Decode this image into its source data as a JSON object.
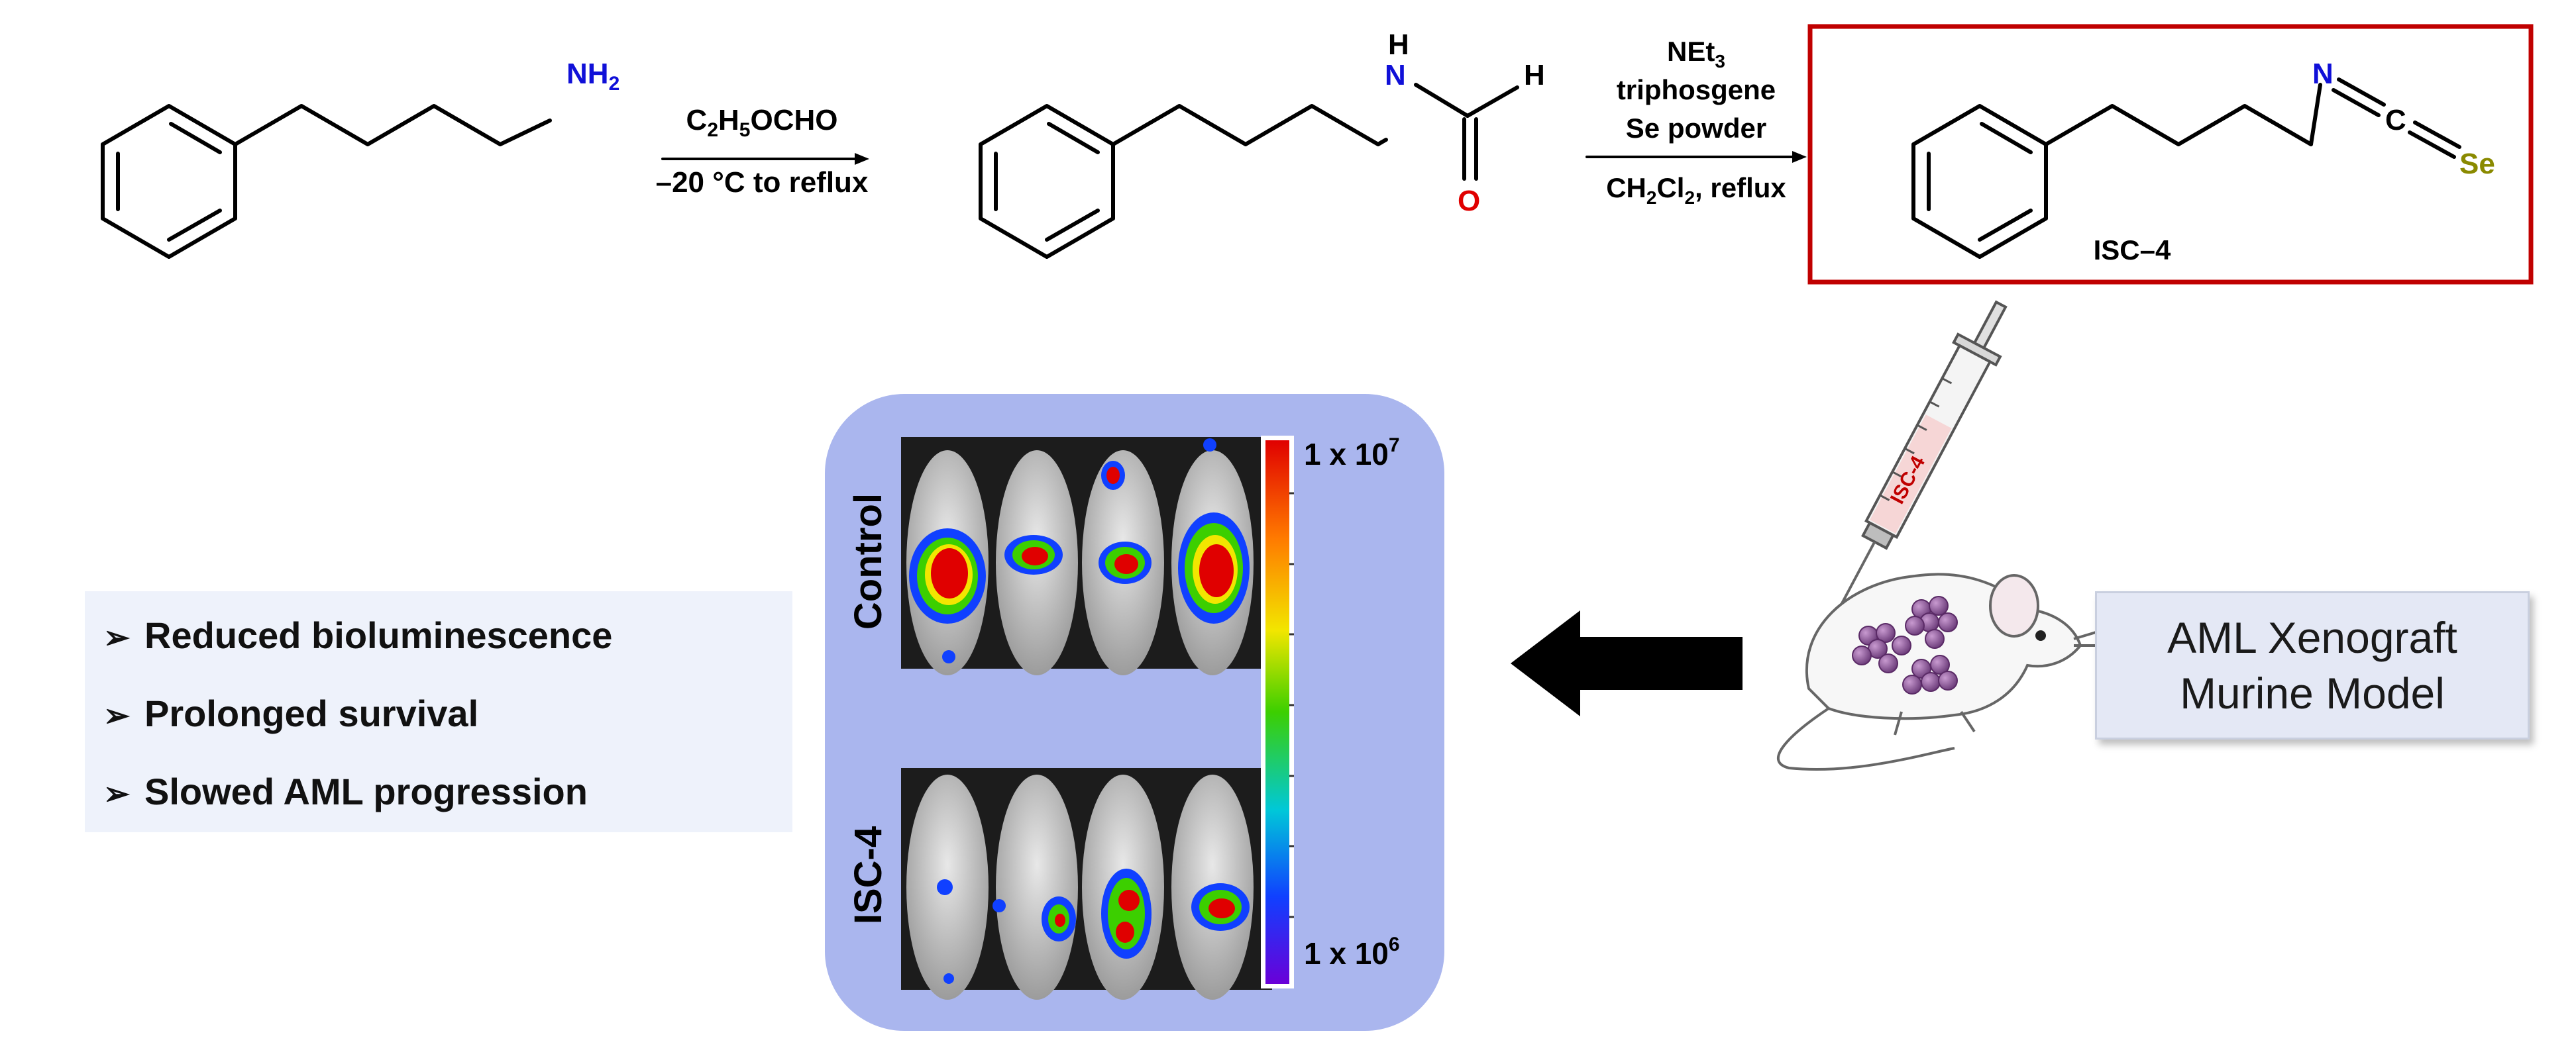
{
  "scheme": {
    "start_material": {
      "amine_label": "NH2"
    },
    "step1": {
      "reagent": "C2H5OCHO",
      "conditions": "–20 °C to reflux"
    },
    "formamide": {
      "n_label": "N",
      "nh_label": "H",
      "ch_label": "H",
      "o_label": "O"
    },
    "step2": {
      "reagents": [
        "NEt3",
        "triphosgene",
        "Se powder",
        "CH2Cl2, reflux"
      ]
    },
    "product": {
      "n_label": "N",
      "c_label": "C",
      "se_label": "Se",
      "name": "ISC–4"
    }
  },
  "syringe": {
    "label": "ISC-4"
  },
  "imaging": {
    "group_control": "Control",
    "group_treated": "ISC-4",
    "scale_max": "1 x 10",
    "scale_max_exp": "7",
    "scale_min": "1 x 10",
    "scale_min_exp": "6"
  },
  "outcomes": {
    "items": [
      "Reduced bioluminescence",
      "Prolonged survival",
      "Slowed AML progression"
    ],
    "bullet_glyph": "➢"
  },
  "model": {
    "line1": "AML Xenograft",
    "line2": "Murine Model"
  },
  "colors": {
    "nitrogen": "#1010d8",
    "oxygen": "#e00000",
    "selenium": "#8a8a00",
    "highlight_box": "#c00000",
    "panel_background": "#aab6ee",
    "arrow": "#000000"
  }
}
